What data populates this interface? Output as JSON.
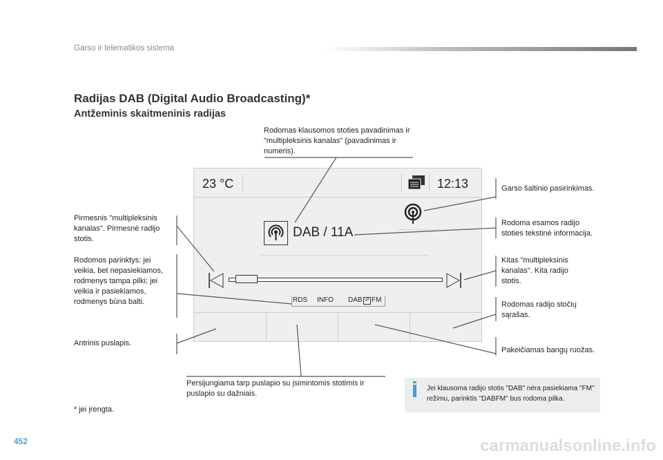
{
  "header": "Garso ir telematikos sistema",
  "page_number": "452",
  "title": "Radijas DAB (Digital Audio Broadcasting)*",
  "subtitle": "Antžeminis skaitmeninis radijas",
  "screen": {
    "temperature": "23 °C",
    "time": "12:13",
    "station": "DAB / 11A",
    "options": [
      "RDS",
      "INFO",
      "DAB",
      "FM"
    ]
  },
  "callouts": {
    "top": "Rodomas klausomos stoties pavadinimas ir \"multipleksinis kanalas\" (pavadinimas ir numeris).",
    "source": "Garso šaltinio pasirinkimas.",
    "text_info": "Rodoma esamos radijo stoties tekstinė informacija.",
    "next": "Kitas \"multipleksinis kanalas\". Kita radijo stotis.",
    "list": "Rodomas radijo stočių sąrašas.",
    "band": "Pakeičiamas bangų ruožas.",
    "prev": "Pirmesnis \"multipleksinis kanalas\". Pirmesnė radijo stotis.",
    "options": "Rodomos parinktys: jei veikia, bet nepasiekiamos, rodmenys tampa pilki; jei veikia ir pasiekiamos, rodmenys būna balti.",
    "secondary": "Antrinis puslapis.",
    "switch": "Persijungiama tarp puslapio su įsimintomis stotimis ir puslapio su dažniais."
  },
  "footnote": "* jei įrengta.",
  "info_box": "Jei klausoma radijo stotis \"DAB\" nėra pasiekiama \"FM\" režimu, parinktis \"DABFM\" bus rodoma pilka.",
  "watermark": "carmanualsonline.info"
}
